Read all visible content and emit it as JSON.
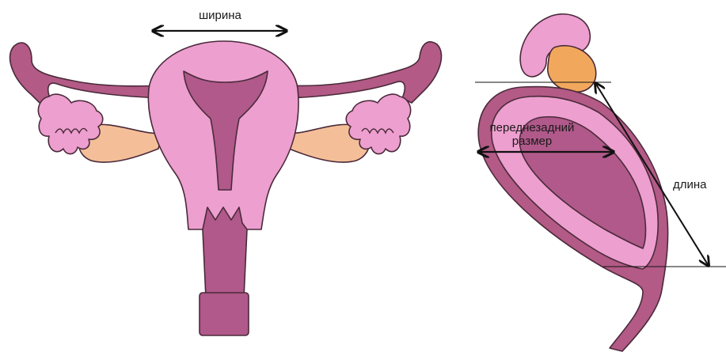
{
  "colors": {
    "outer": "#ed9fcf",
    "inner": "#b0598a",
    "tube": "#b35a86",
    "ovary": "#f4bf98",
    "ovary_lateral": "#f2a85c",
    "outline": "#4a2a3a",
    "arrow": "#111111"
  },
  "labels": {
    "width": "ширина",
    "ap_line1": "переднезадний",
    "ap_line2": "размер",
    "length": "длина"
  }
}
